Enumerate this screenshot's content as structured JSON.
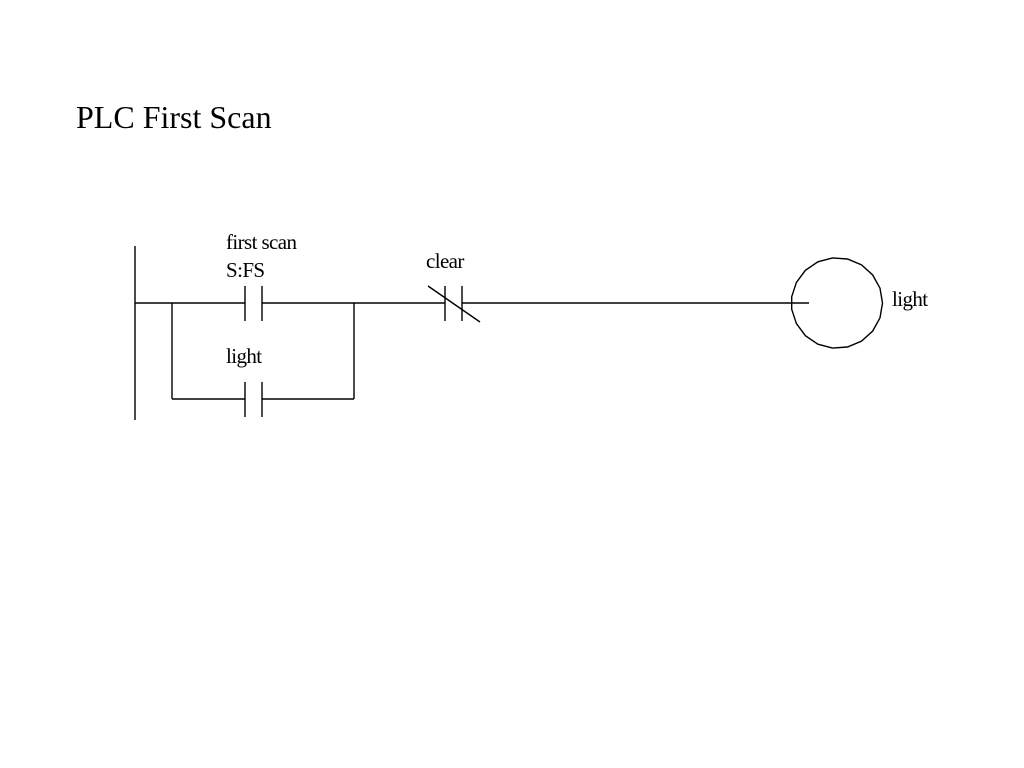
{
  "title": "PLC First Scan",
  "diagram": {
    "contact_first_scan": {
      "name": "first scan",
      "address": "S:FS",
      "type": "normally-open"
    },
    "contact_light_seal": {
      "name": "light",
      "type": "normally-open"
    },
    "contact_clear": {
      "name": "clear",
      "type": "normally-closed"
    },
    "output_coil": {
      "name": "light"
    }
  }
}
